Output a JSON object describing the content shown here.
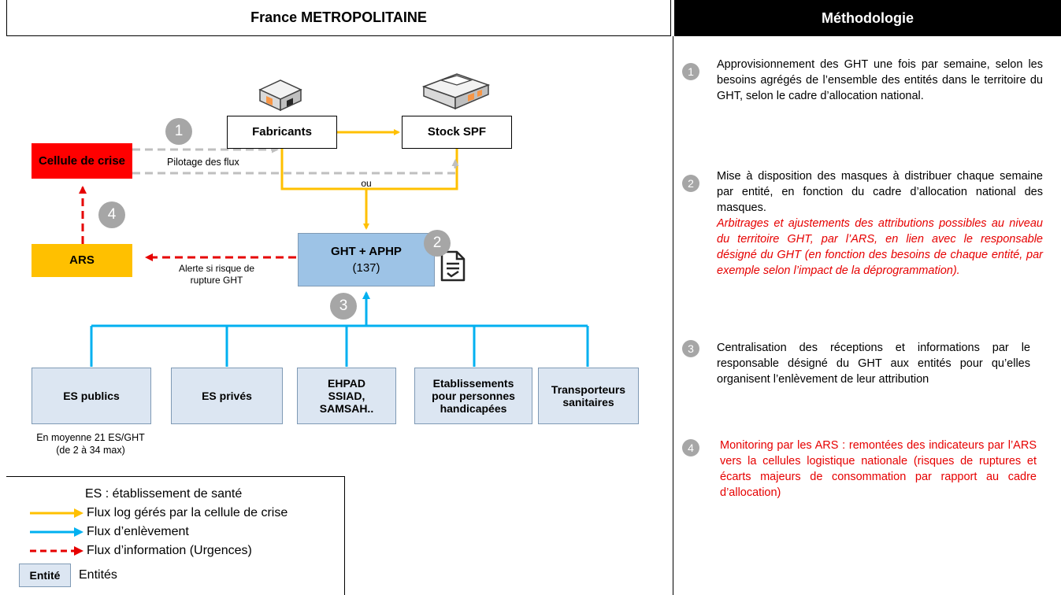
{
  "header": {
    "left_title": "France METROPOLITAINE",
    "right_title": "Méthodologie"
  },
  "diagram": {
    "cellule": "Cellule de crise",
    "ars": "ARS",
    "fabricants": "Fabricants",
    "stock": "Stock SPF",
    "ght_line1": "GHT + APHP",
    "ght_line2": "(137)",
    "pilotage": "Pilotage des flux",
    "ou": "ou",
    "alerte_line1": "Alerte si risque de",
    "alerte_line2": "rupture GHT",
    "step_numbers": [
      "1",
      "2",
      "3",
      "4"
    ],
    "entities": [
      {
        "line1": "ES publics",
        "line2": "",
        "line3": ""
      },
      {
        "line1": "ES privés",
        "line2": "",
        "line3": ""
      },
      {
        "line1": "EHPAD",
        "line2": "SSIAD,",
        "line3": "SAMSAH.."
      },
      {
        "line1": "Etablissements",
        "line2": "pour personnes",
        "line3": "handicapées"
      },
      {
        "line1": "Transporteurs",
        "line2": "sanitaires",
        "line3": ""
      }
    ],
    "es_note_line1": "En moyenne 21 ES/GHT",
    "es_note_line2": "(de 2 à 34 max)"
  },
  "legend": {
    "es_def": "ES : établissement de santé",
    "flux_log": "Flux log gérés par la cellule de crise",
    "flux_enl": "Flux d’enlèvement",
    "flux_info": "Flux d’information (Urgences)",
    "entite_box": "Entité",
    "entites": "Entités"
  },
  "methodology": [
    {
      "num": "1",
      "text": "Approvisionnement des GHT une fois par semaine, selon les besoins agrégés de l’ensemble des entités dans le territoire du GHT, selon le cadre d’allocation national.",
      "italic": ""
    },
    {
      "num": "2",
      "text": "Mise à disposition des masques à distribuer chaque semaine par entité, en fonction du cadre d’allocation national des masques.",
      "italic": "Arbitrages et ajustements des attributions possibles au niveau du territoire GHT, par l’ARS, en lien avec le responsable désigné du GHT (en fonction des besoins de chaque entité, par exemple selon l’impact de la déprogrammation)."
    },
    {
      "num": "3",
      "text": "Centralisation des réceptions et informations par le responsable désigné du GHT aux entités pour qu’elles organisent l’enlèvement de leur attribution",
      "italic": ""
    },
    {
      "num": "4",
      "text": "Monitoring par les ARS : remontées des indicateurs par l’ARS vers la cellules logistique nationale (risques de ruptures et écarts majeurs de consommation par rapport au cadre d’allocation)",
      "italic": ""
    }
  ],
  "colors": {
    "yellow": "#ffc000",
    "blue": "#00b0f0",
    "red": "#e60000",
    "grey": "#bfbfbf",
    "ght": "#9dc3e6",
    "entity": "#dce6f2"
  }
}
